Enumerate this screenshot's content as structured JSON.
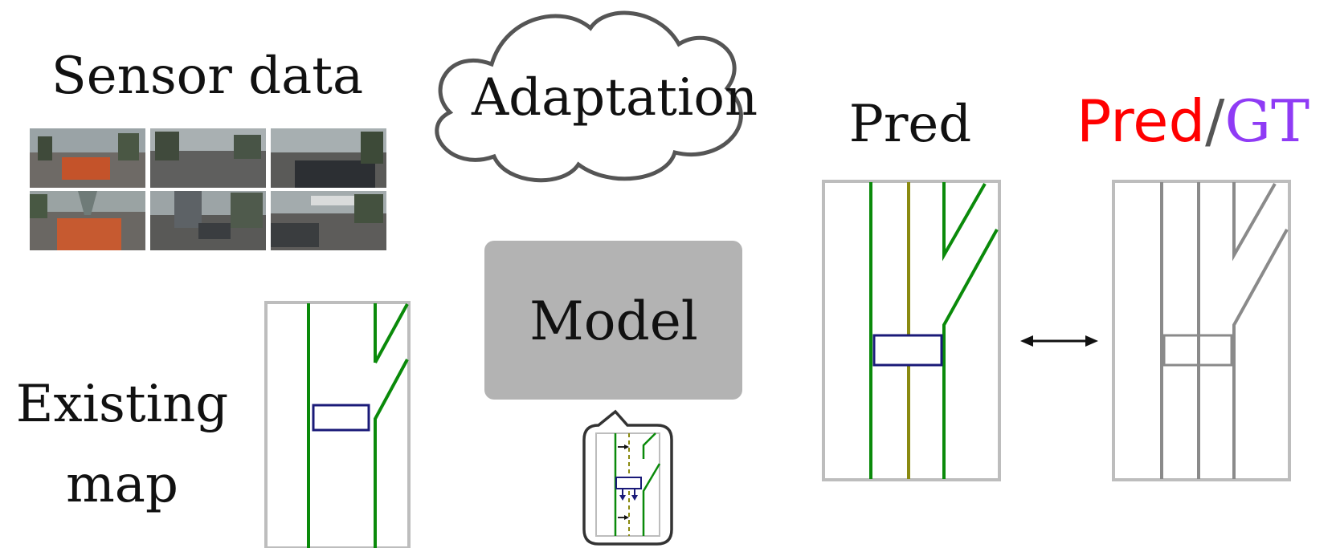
{
  "sensor_data": {
    "label": "Sensor data",
    "camera_icon": "camera-image-thumbnail",
    "camera_count": 6
  },
  "adaptation": {
    "label": "Adaptation",
    "icon": "cloud-shape"
  },
  "model": {
    "label": "Model",
    "box_color": "#b3b3b3",
    "thumbnail_icon": "speech-bubble-map-preview"
  },
  "existing_map": {
    "label_line1": "Existing",
    "label_line2": "map"
  },
  "prediction": {
    "label": "Pred"
  },
  "comparison": {
    "pred_label": "Pred",
    "separator": "/",
    "gt_label": "GT",
    "pred_color": "#ff0000",
    "gt_color": "#8f3bf5",
    "arrow_icon": "double-arrow-icon"
  },
  "colors": {
    "lane_green": "#0a8a0a",
    "center_line": "#8a8a10",
    "crosswalk": "#1a1a78",
    "gt_gray": "#8a8a8a",
    "frame_gray": "#bdbdbd"
  }
}
